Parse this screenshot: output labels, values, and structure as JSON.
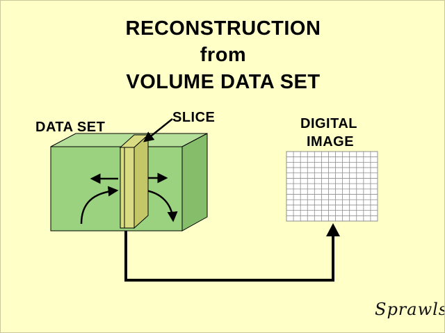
{
  "title": {
    "line1": "RECONSTRUCTION",
    "line2": "from",
    "line3": "VOLUME DATA SET"
  },
  "labels": {
    "data_set": "DATA SET",
    "slice": "SLICE",
    "digital_image_line1": "DIGITAL",
    "digital_image_line2": "IMAGE"
  },
  "signature": "Sprawls",
  "colors": {
    "background": "#ffffc8",
    "cube_front": "#9bd27f",
    "cube_top": "#b3df99",
    "cube_side": "#85bd6b",
    "slice": "#d9dc82",
    "slice_side": "#c4c767",
    "stroke": "#000000",
    "grid_line": "#8c8c8c"
  },
  "icons": {
    "pointer_arrow": "arrow-icon",
    "flow_arrows": "arrow-icon"
  },
  "grid": {
    "rows": 13,
    "cols": 13
  }
}
